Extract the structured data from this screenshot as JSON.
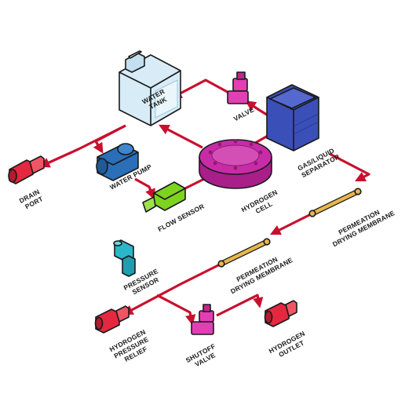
{
  "components": {
    "water_tank": [
      "WATER",
      "TANK"
    ],
    "valve": "VALVE",
    "gas_liquid_separator": [
      "GAS/LIQUID",
      "SEPARATOR"
    ],
    "drain_port": [
      "DRAIN",
      "PORT"
    ],
    "water_pump": "WATER PUMP",
    "hydrogen_cell": [
      "HYDROGEN",
      "CELL"
    ],
    "flow_sensor": "FLOW SENSOR",
    "permeation_membrane_1": [
      "PERMEATION",
      "DRYING MEMBRANE"
    ],
    "permeation_membrane_2": [
      "PERMEATION",
      "DRYING MEMBRANE"
    ],
    "pressure_sensor": [
      "PRESSURE",
      "SENSOR"
    ],
    "hydrogen_pressure_relief": [
      "HYDROGEN",
      "PRESSURE",
      "RELIEF"
    ],
    "shutoff_valve": [
      "SHUTOFF",
      "VALVE"
    ],
    "hydrogen_outlet": [
      "HYDROGEN",
      "OUTLET"
    ]
  },
  "colors": {
    "pipe": "#c8102e",
    "tank": "#d7ecf7",
    "separator": "#3b4fb8",
    "cell": "#c72ca6",
    "pump": "#2a6fb8",
    "flow_sensor": "#7ed321",
    "valve": "#e23fb4",
    "port": "#e4283f",
    "membrane": "#e8b84a",
    "pressure_sensor": "#2ab7c9"
  }
}
